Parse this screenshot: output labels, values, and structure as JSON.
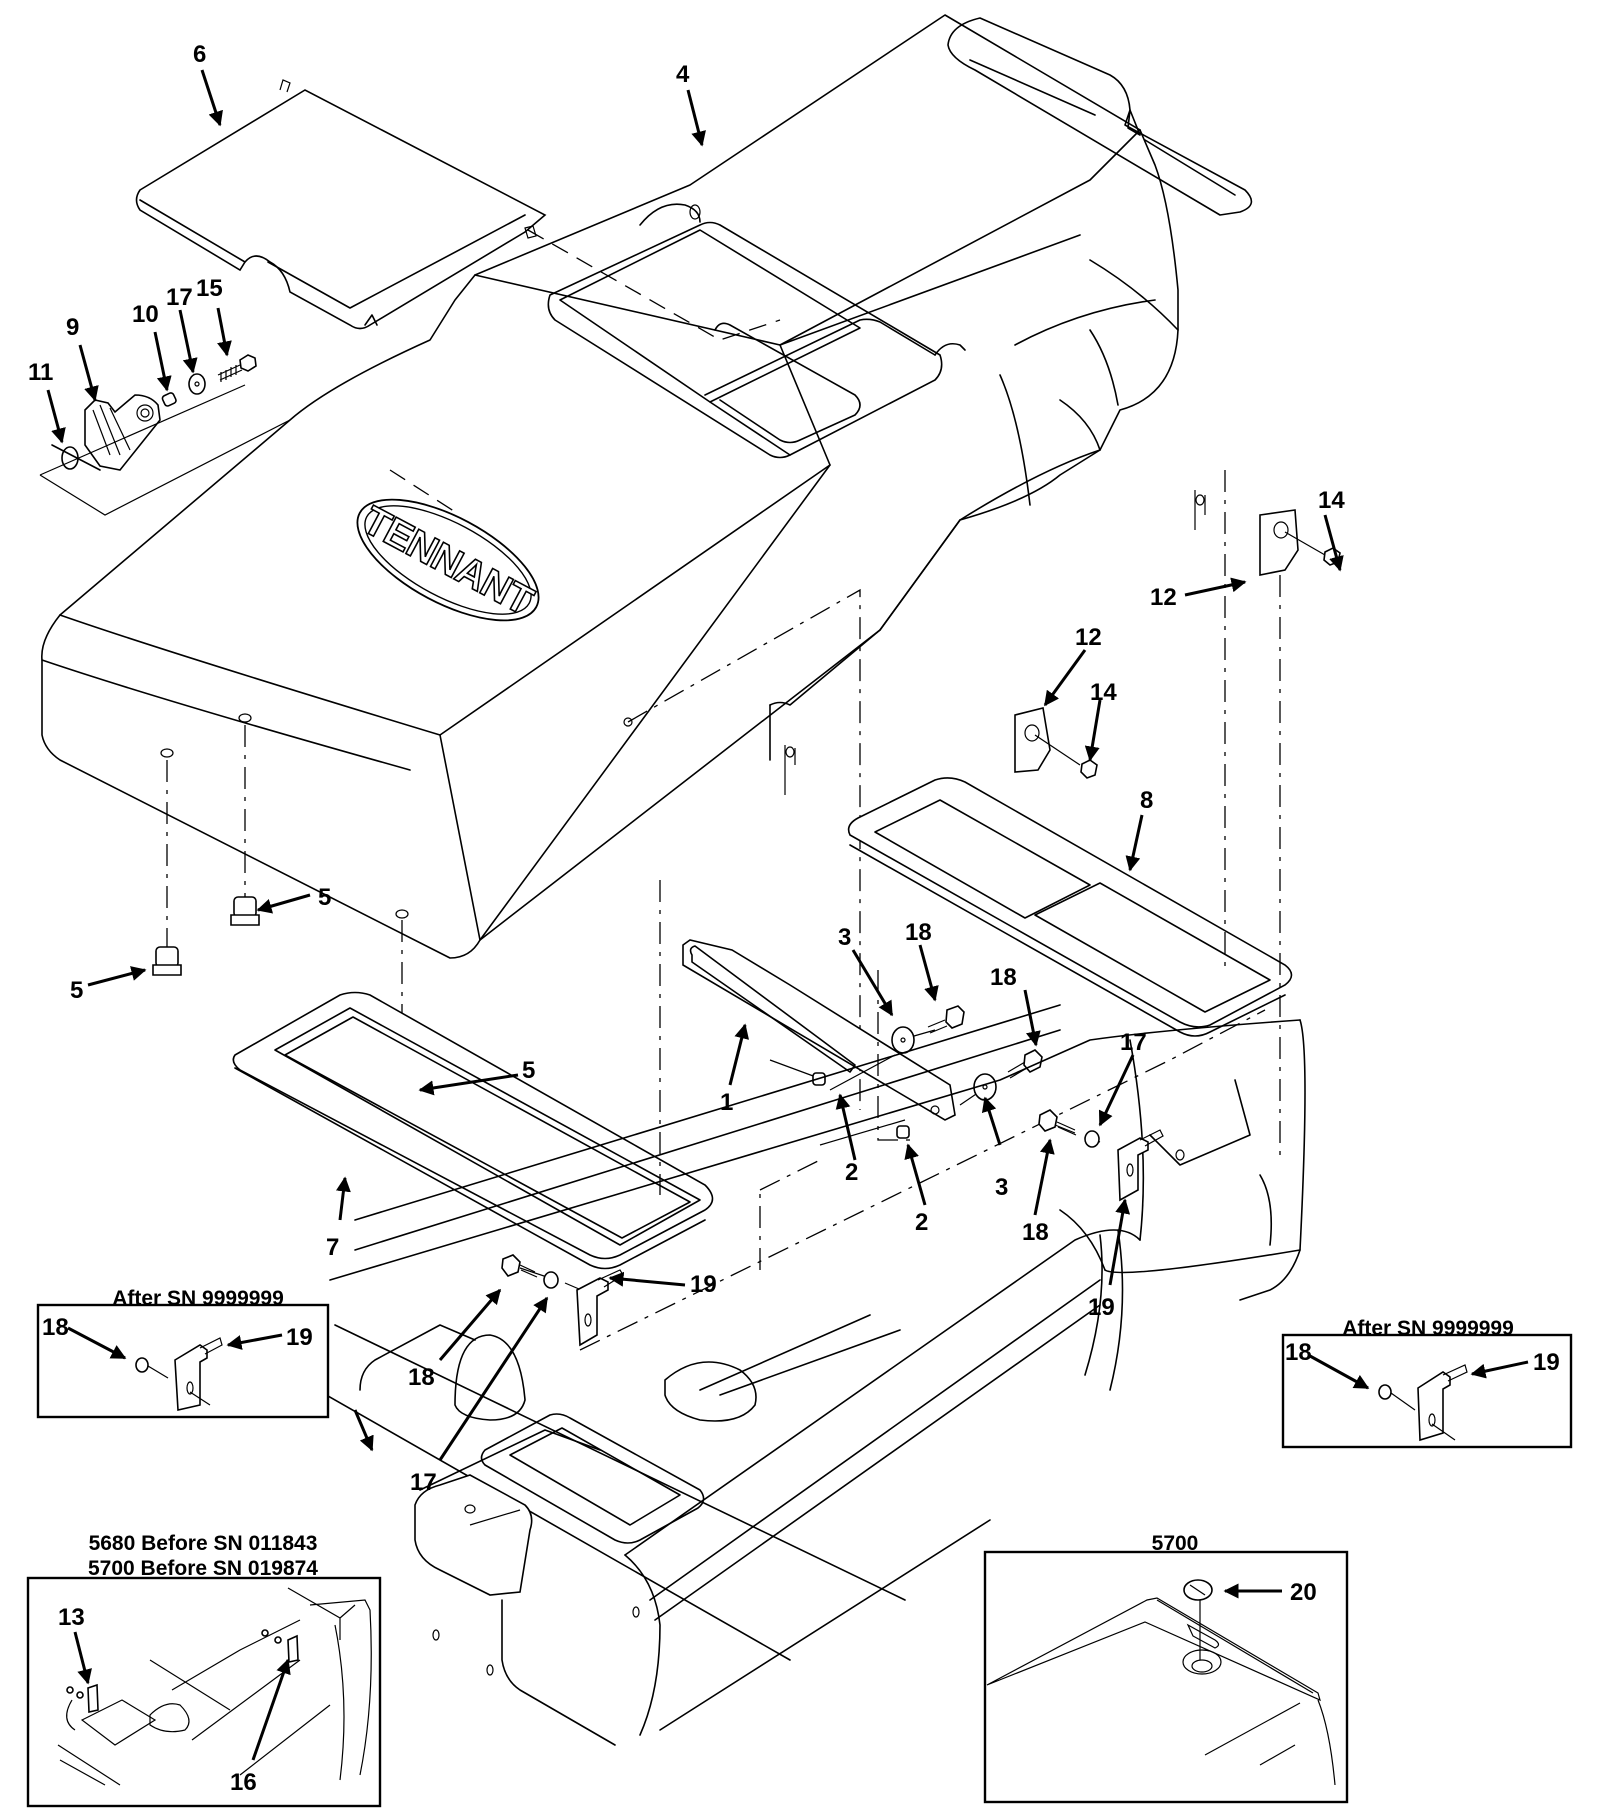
{
  "figure": {
    "type": "exploded-parts-diagram",
    "brand_logo": "TENNANT",
    "callouts": {
      "c1": "1",
      "c2a": "2",
      "c2b": "2",
      "c3a": "3",
      "c3b": "3",
      "c4": "4",
      "c5a": "5",
      "c5b": "5",
      "c5c": "5",
      "c6": "6",
      "c7": "7",
      "c8": "8",
      "c9": "9",
      "c10": "10",
      "c11": "11",
      "c12a": "12",
      "c12b": "12",
      "c14a": "14",
      "c14b": "14",
      "c15": "15",
      "c17a": "17",
      "c17b": "17",
      "c17c": "17",
      "c18a": "18",
      "c18b": "18",
      "c18c": "18",
      "c18d": "18",
      "c19a": "19",
      "c19b": "19"
    },
    "insets": {
      "left_after": {
        "title": "After SN 9999999",
        "callouts": {
          "a": "18",
          "b": "19"
        }
      },
      "right_after": {
        "title": "After SN 9999999",
        "callouts": {
          "a": "18",
          "b": "19"
        }
      },
      "before": {
        "title_line1": "5680 Before SN 011843",
        "title_line2": "5700 Before SN 019874",
        "callouts": {
          "a": "13",
          "b": "16"
        }
      },
      "model_5700": {
        "title": "5700",
        "callouts": {
          "a": "20"
        }
      }
    }
  }
}
